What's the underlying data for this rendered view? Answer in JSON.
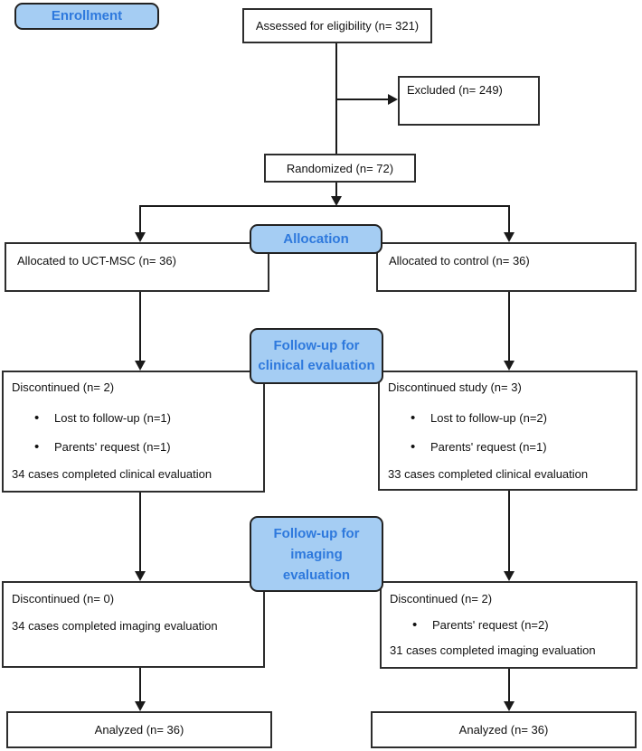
{
  "glyphs": {
    "bullet": "•"
  },
  "colors": {
    "stage_fill": "#A5CDF3",
    "stage_text": "#2E79DD",
    "stage_border": "#222222",
    "box_border": "#2D2D2D",
    "connector": "#1A1A1A"
  },
  "stages": {
    "enrollment": "Enrollment",
    "allocation": "Allocation",
    "followup_clinical": {
      "line1": "Follow-up for",
      "line2": "clinical evaluation"
    },
    "followup_imaging": {
      "line1": "Follow-up for",
      "line2": "imaging",
      "line3": "evaluation"
    }
  },
  "boxes": {
    "assessed": "Assessed for eligibility (n= 321)",
    "excluded": "Excluded (n= 249)",
    "randomized": "Randomized (n= 72)",
    "allocated_uctmsc": "Allocated to UCT-MSC (n= 36)",
    "allocated_control": "Allocated to control (n= 36)",
    "clinical_uctmsc": {
      "title": "Discontinued (n= 2)",
      "bullets": [
        "Lost to follow-up (n=1)",
        "Parents' request (n=1)"
      ],
      "footer": "34 cases completed clinical evaluation"
    },
    "clinical_control": {
      "title": "Discontinued study (n= 3)",
      "bullets": [
        "Lost to follow-up (n=2)",
        "Parents' request (n=1)"
      ],
      "footer": "33 cases completed clinical evaluation"
    },
    "imaging_uctmsc": {
      "title": "Discontinued (n= 0)",
      "footer": "34 cases completed imaging evaluation"
    },
    "imaging_control": {
      "title": "Discontinued (n= 2)",
      "bullets": [
        "Parents' request (n=2)"
      ],
      "footer": "31 cases completed imaging evaluation"
    },
    "analyzed_uctmsc": "Analyzed (n= 36)",
    "analyzed_control": "Analyzed (n= 36)"
  }
}
